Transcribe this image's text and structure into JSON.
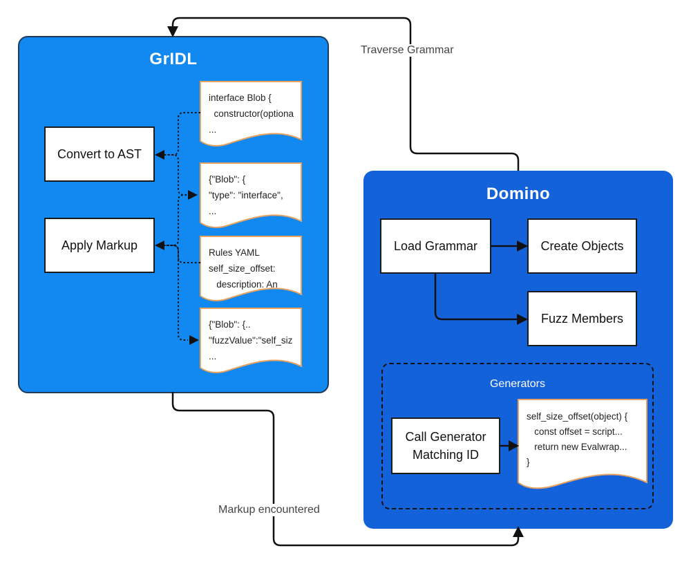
{
  "gridl": {
    "title": "GrIDL",
    "convert_ast": "Convert to AST",
    "apply_markup": "Apply Markup",
    "docs": [
      "interface Blob {\n  constructor(optiona\n...",
      "{\"Blob\": {\n\"type\": \"interface\",\n...",
      "Rules YAML\nself_size_offset:\n   description: An",
      "{\"Blob\": {..\n\"fuzzValue\":\"self_siz\n..."
    ]
  },
  "domino": {
    "title": "Domino",
    "load_grammar": "Load Grammar",
    "create_objects": "Create Objects",
    "fuzz_members": "Fuzz Members",
    "generators": {
      "title": "Generators",
      "call_generator": "Call Generator\nMatching ID",
      "code": "self_size_offset(object) {\n   const offset = script...\n   return new Evalwrap...\n}"
    }
  },
  "edges": {
    "traverse_grammar": "Traverse Grammar",
    "markup_encountered": "Markup encountered"
  },
  "colors": {
    "gridl_panel": "#1189f0",
    "domino_panel": "#1462da",
    "doc_border": "#e8a25f"
  }
}
